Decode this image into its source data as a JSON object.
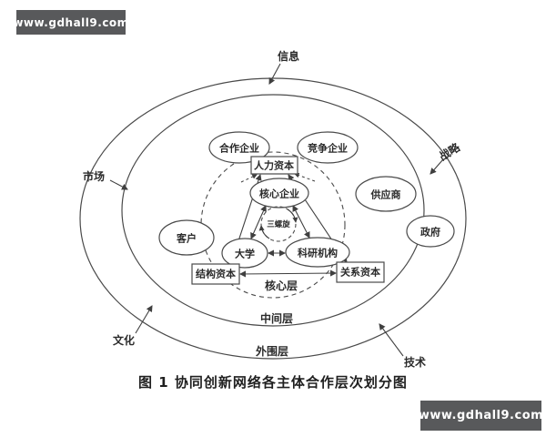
{
  "watermark": {
    "text": "www.gdhall9.com"
  },
  "caption": {
    "text": "图 1  协同创新网络各主体合作层次划分图"
  },
  "colors": {
    "watermark_bg": "#58595b",
    "watermark_text": "#ffffff",
    "ink": "#3f3f3f"
  },
  "outer_labels": {
    "info": "信息",
    "strategy": "战略",
    "market": "市场",
    "culture": "文化",
    "technology": "技术"
  },
  "layers": {
    "core": "核心层",
    "middle": "中间层",
    "outer": "外围层"
  },
  "nodes": {
    "cooperative_enterprise": "合作企业",
    "competitive_enterprise": "竞争企业",
    "supplier": "供应商",
    "customer": "客户",
    "government": "政府",
    "human_capital": "人力资本",
    "core_enterprise": "核心企业",
    "triple_helix": "三螺旋",
    "university": "大学",
    "research_institution": "科研机构",
    "structural_capital": "结构资本",
    "relational_capital": "关系资本"
  }
}
